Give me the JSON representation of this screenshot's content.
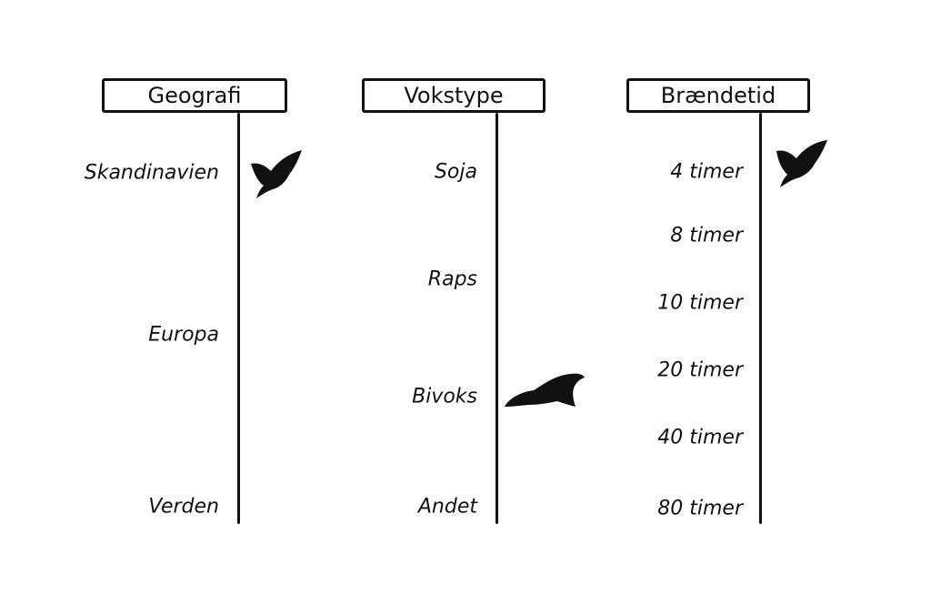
{
  "colors": {
    "ink": "#111111",
    "background": "#ffffff"
  },
  "columns": [
    {
      "title": "Geografi",
      "items": [
        "Skandinavien",
        "Europa",
        "Verden"
      ]
    },
    {
      "title": "Vokstype",
      "items": [
        "Soja",
        "Raps",
        "Bivoks",
        "Andet"
      ]
    },
    {
      "title": "Brændetid",
      "items": [
        "4 timer",
        "8 timer",
        "10 timer",
        "20 timer",
        "40 timer",
        "80 timer"
      ]
    }
  ],
  "markers": [
    {
      "icon": "bird-icon",
      "column": "Geografi",
      "points_to": "Skandinavien"
    },
    {
      "icon": "bird-icon",
      "column": "Vokstype",
      "points_to": "Bivoks"
    },
    {
      "icon": "bird-icon",
      "column": "Brændetid",
      "points_to": "4 timer"
    }
  ]
}
